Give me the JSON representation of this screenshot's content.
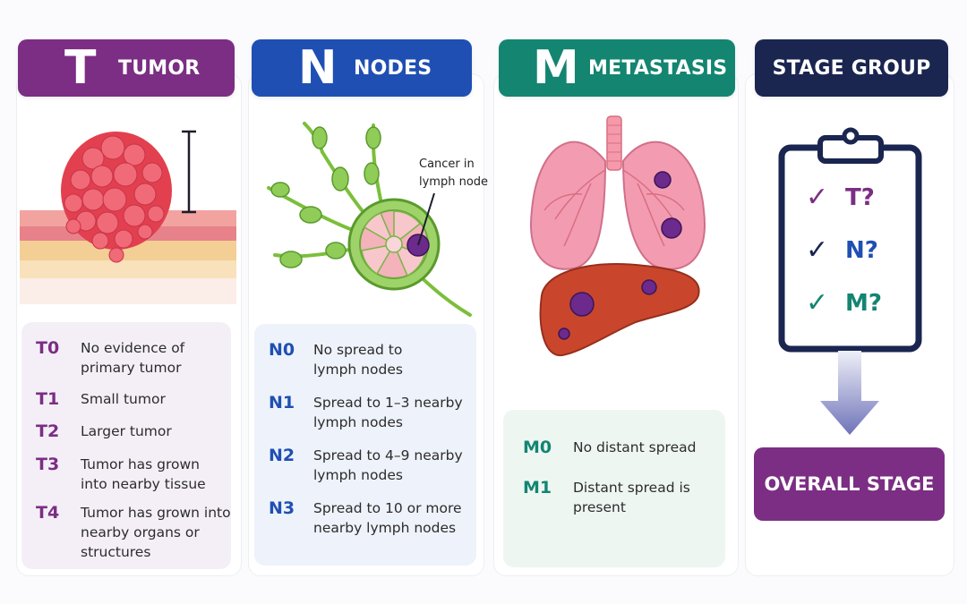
{
  "columns": {
    "t": {
      "letter": "T",
      "title": "TUMOR",
      "color": "#7b2e83",
      "code_color": "#7b2e83",
      "box_bg": "#f4eff7",
      "items": [
        {
          "code": "T0",
          "desc_lines": [
            "No evidence of",
            "primary tumor"
          ]
        },
        {
          "code": "T1",
          "desc_lines": [
            "Small tumor"
          ]
        },
        {
          "code": "T2",
          "desc_lines": [
            "Larger tumor"
          ]
        },
        {
          "code": "T3",
          "desc_lines": [
            "Tumor has grown",
            "into nearby tissue"
          ]
        },
        {
          "code": "T4",
          "desc_lines": [
            "Tumor has grown into",
            "nearby organs or",
            "structures"
          ]
        }
      ]
    },
    "n": {
      "letter": "N",
      "title": "NODES",
      "color": "#1f4fb3",
      "code_color": "#1f4fb3",
      "box_bg": "#eef2fa",
      "lymph_label_lines": [
        "Cancer in",
        "lymph node"
      ],
      "items": [
        {
          "code": "N0",
          "desc_lines": [
            "No spread to",
            "lymph nodes"
          ]
        },
        {
          "code": "N1",
          "desc_lines": [
            "Spread to 1–3 nearby",
            "lymph nodes"
          ]
        },
        {
          "code": "N2",
          "desc_lines": [
            "Spread to 4–9 nearby",
            "lymph nodes"
          ]
        },
        {
          "code": "N3",
          "desc_lines": [
            "Spread to 10 or more",
            "nearby lymph nodes"
          ]
        }
      ]
    },
    "m": {
      "letter": "M",
      "title": "METASTASIS",
      "color": "#138571",
      "code_color": "#138571",
      "box_bg": "#eef6f2",
      "items": [
        {
          "code": "M0",
          "desc_lines": [
            "No distant spread"
          ]
        },
        {
          "code": "M1",
          "desc_lines": [
            "Distant spread is",
            "present"
          ]
        }
      ]
    },
    "stage": {
      "title": "STAGE GROUP",
      "color": "#1a2550",
      "checks": [
        {
          "icon": "check-icon",
          "label": "T?",
          "color": "#7b2e83"
        },
        {
          "icon": "check-icon",
          "label": "N?",
          "color": "#1f4fb3"
        },
        {
          "icon": "check-icon",
          "label": "M?",
          "color": "#138571"
        }
      ],
      "overall_label": "OVERALL STAGE",
      "overall_color": "#7b2e83"
    }
  }
}
